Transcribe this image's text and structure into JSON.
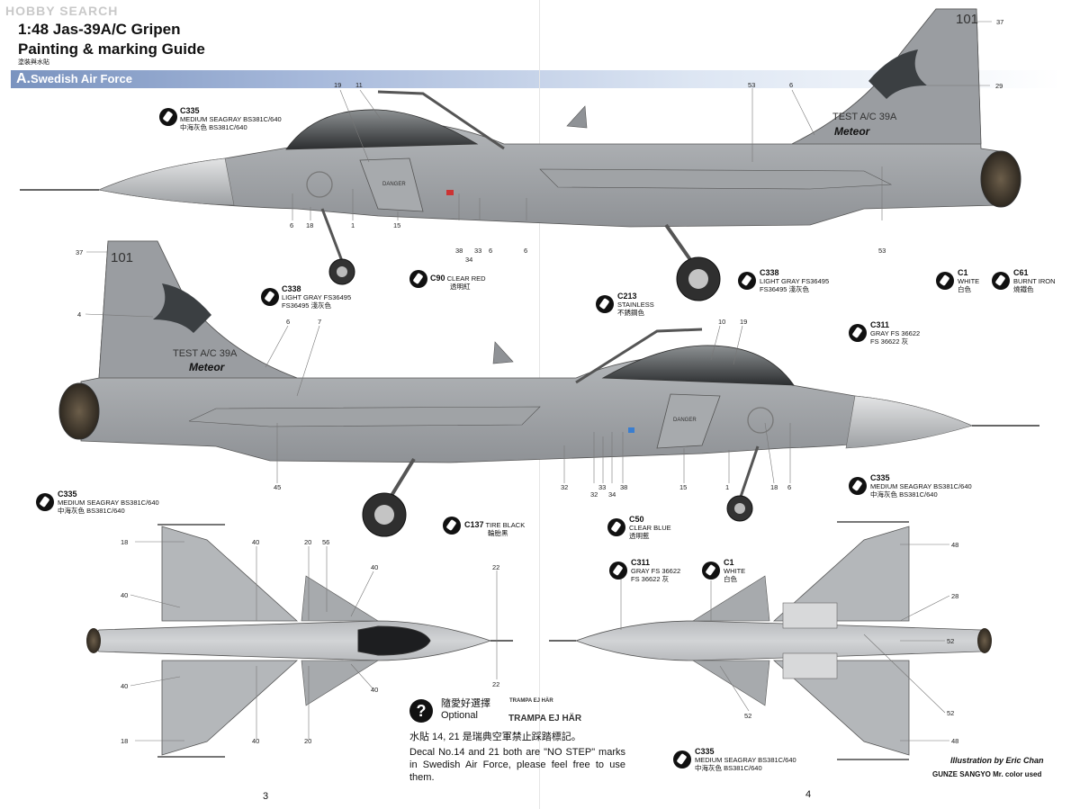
{
  "watermark": "HOBBY SEARCH",
  "header": {
    "title_line1": "1:48  Jas-39A/C Gripen",
    "title_line2": "Painting & marking Guide",
    "subtitle_cn": "塗裝與水貼"
  },
  "banner": {
    "letter": "A.",
    "label": "Swedish Air Force"
  },
  "aircraft": {
    "tail_number": "101",
    "fin_text": "TEST A/C 39A",
    "meteor": "Meteor",
    "danger": "DANGER"
  },
  "colors": {
    "body": "#b4b7ba",
    "body_dark": "#8f9296",
    "fin": "#9a9da1",
    "canopy": "#3b3d40",
    "exhaust": "#4a4034",
    "banner": "#7a93bf"
  },
  "callouts": {
    "medium_seagray_1": {
      "code": "C335",
      "l1": "MEDIUM SEAGRAY BS381C/640",
      "l2": "中海灰色 BS381C/640"
    },
    "light_gray_1": {
      "code": "C338",
      "l1": "LIGHT GRAY FS36495",
      "l2": "FS36495 淺灰色"
    },
    "clear_red": {
      "code": "C90",
      "l1": "CLEAR RED",
      "l2": "透明紅"
    },
    "light_gray_2": {
      "code": "C338",
      "l1": "LIGHT GRAY FS36495",
      "l2": "FS36495 淺灰色"
    },
    "white_1": {
      "code": "C1",
      "l1": "WHITE",
      "l2": "白色"
    },
    "burnt_iron": {
      "code": "C61",
      "l1": "BURNT IRON",
      "l2": "燒鐵色"
    },
    "stainless": {
      "code": "C213",
      "l1": "STAINLESS",
      "l2": "不銹鋼色"
    },
    "gray_1": {
      "code": "C311",
      "l1": "GRAY FS 36622",
      "l2": "FS 36622 灰"
    },
    "medium_seagray_2": {
      "code": "C335",
      "l1": "MEDIUM SEAGRAY BS381C/640",
      "l2": "中海灰色 BS381C/640"
    },
    "medium_seagray_3": {
      "code": "C335",
      "l1": "MEDIUM SEAGRAY BS381C/640",
      "l2": "中海灰色 BS381C/640"
    },
    "tire_black": {
      "code": "C137",
      "l1": "TIRE BLACK",
      "l2": "輪胎黑"
    },
    "clear_blue": {
      "code": "C50",
      "l1": "CLEAR BLUE",
      "l2": "透明藍"
    },
    "gray_2": {
      "code": "C311",
      "l1": "GRAY FS 36622",
      "l2": "FS 36622 灰"
    },
    "white_2": {
      "code": "C1",
      "l1": "WHITE",
      "l2": "白色"
    },
    "medium_seagray_4": {
      "code": "C335",
      "l1": "MEDIUM SEAGRAY BS381C/640",
      "l2": "中海灰色 BS381C/640"
    }
  },
  "optional": {
    "icon": "?",
    "cn": "隨愛好選擇",
    "en": "Optional",
    "stencil_small": "TRAMPA EJ HÄR",
    "stencil_large": "TRAMPA EJ HÄR",
    "note_cn": "水貼 14, 21 是瑞典空軍禁止踩踏標記。",
    "note_en": "Decal No.14 and 21 both are \"NO STEP\" marks in Swedish Air Force, please feel free to use them."
  },
  "credits": {
    "illustration": "Illustration by Eric Chan",
    "paint": "GUNZE SANGYO Mr. color used"
  },
  "pages": {
    "left": "3",
    "right": "4"
  },
  "labels": {
    "n37a": "37",
    "n19a": "19",
    "n11": "11",
    "n53a": "53",
    "n6a": "6",
    "n29": "29",
    "n6b": "6",
    "n18a": "18",
    "n1a": "1",
    "n15a": "15",
    "n38a": "38",
    "n33a": "33",
    "n6c": "6",
    "n34a": "34",
    "n6d": "6",
    "n53b": "53",
    "n37b": "37",
    "n4": "4",
    "n6e": "6",
    "n7": "7",
    "n10": "10",
    "n19b": "19",
    "n45": "45",
    "n32a": "32",
    "n32b": "32",
    "n33b": "33",
    "n34b": "34",
    "n38b": "38",
    "n15b": "15",
    "n1b": "1",
    "n18b": "18",
    "n6f": "6",
    "n18c": "18",
    "n40a": "40",
    "n20a": "20",
    "n56": "56",
    "n40b": "40",
    "n22a": "22",
    "n40c": "40",
    "n40d": "40",
    "n22b": "22",
    "n40e": "40",
    "n18d": "18",
    "n40f": "40",
    "n20b": "20",
    "n48a": "48",
    "n28": "28",
    "n52a": "52",
    "n52b": "52",
    "n48b": "48"
  }
}
